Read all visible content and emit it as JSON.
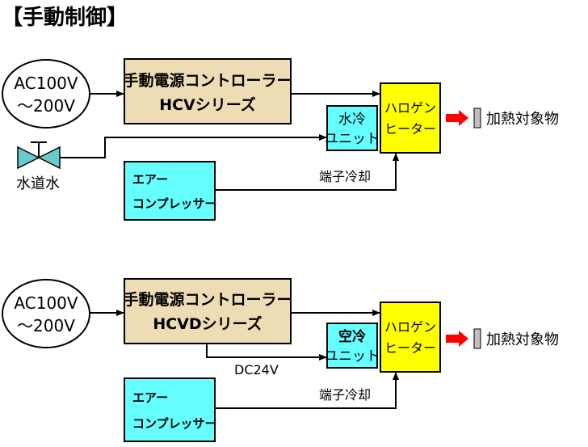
{
  "title": "【手動制御】",
  "sections": [
    {
      "source": {
        "line1": "AC100V",
        "line2": "～200V"
      },
      "controller": {
        "line1": "手動電源コントローラー",
        "line2": "HCVシリーズ"
      },
      "cooling_unit": {
        "line1": "水冷",
        "line2": "ユニット"
      },
      "heater": {
        "line1": "ハロゲン",
        "line2": "ヒーター"
      },
      "target": "加熱対象物",
      "compressor": {
        "line1": "エアー",
        "line2": "コンプレッサー"
      },
      "terminal_cooling": "端子冷却",
      "water_source": "水道水"
    },
    {
      "source": {
        "line1": "AC100V",
        "line2": "～200V"
      },
      "controller": {
        "line1": "手動電源コントローラー",
        "line2": "HCVDシリーズ"
      },
      "cooling_unit": {
        "line1": "空冷",
        "line2": "ユニット"
      },
      "heater": {
        "line1": "ハロゲン",
        "line2": "ヒーター"
      },
      "target": "加熱対象物",
      "compressor": {
        "line1": "エアー",
        "line2": "コンプレッサー"
      },
      "terminal_cooling": "端子冷却",
      "dc_label": "DC24V"
    }
  ],
  "colors": {
    "controller_fill": "#eedcb4",
    "unit_fill": "#66ffff",
    "heater_fill": "#ffff00",
    "output_arrow": "#ff0000",
    "valve_fill": "#66cccc",
    "target_fill": "#c0c0c0"
  }
}
